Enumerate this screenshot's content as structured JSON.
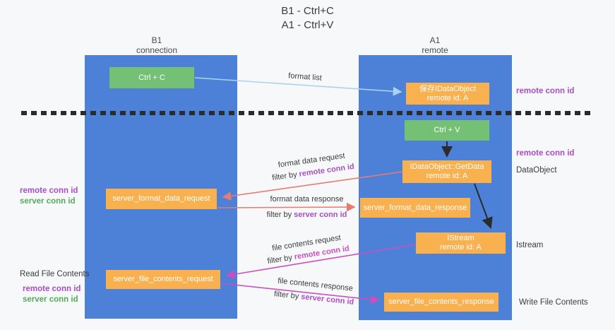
{
  "title": {
    "line1": "B1 - Ctrl+C",
    "line2": "A1 - Ctrl+V"
  },
  "lanes": {
    "left": {
      "name": "B1",
      "subtitle": "connection"
    },
    "right": {
      "name": "A1",
      "subtitle": "remote"
    }
  },
  "nodes": {
    "ctrl_c": {
      "label": "Ctrl + C"
    },
    "ctrl_v": {
      "label": "Ctrl + V"
    },
    "save_dataobject": {
      "line1": "保存IDataObject",
      "line2": "remote id: A"
    },
    "getdata": {
      "line1": "IDataObject::GetData",
      "line2": "remote id: A"
    },
    "istream": {
      "line1": "IStream",
      "line2": "remote id: A"
    },
    "format_request": {
      "label": "server_format_data_request"
    },
    "format_response": {
      "label": "server_format_data_response"
    },
    "file_request": {
      "label": "server_file_contents_request"
    },
    "file_response": {
      "label": "server_file_contents_response"
    }
  },
  "edges": {
    "format_list": {
      "label": "format list"
    },
    "format_data_request": {
      "label": "format data request",
      "filter_prefix": "filter by ",
      "filter_key": "remote conn id"
    },
    "format_data_response": {
      "label": "format data response",
      "filter_prefix": "filter by ",
      "filter_key": "server conn id"
    },
    "file_contents_request": {
      "label": "file contents request",
      "filter_prefix": "filter by ",
      "filter_key": "remote conn id"
    },
    "file_contents_response": {
      "label": "file contents response",
      "filter_prefix": "filter by ",
      "filter_key": "server conn id"
    }
  },
  "side_labels": {
    "left_format": {
      "remote": "remote conn id",
      "server": "server conn id"
    },
    "left_file": {
      "title": "Read File Contents",
      "remote": "remote conn id",
      "server": "server conn id"
    },
    "right": {
      "remote_conn_id_top": "remote conn id",
      "remote_conn_id_mid": "remote conn id",
      "dataobject": "DataObject",
      "istream": "Istream",
      "write_file_contents": "Write File Contents"
    }
  },
  "colors": {
    "bg": "#f7f8f9",
    "lane_blue": "#4d81d8",
    "box_orange": "#f9b04e",
    "box_green": "#74c175",
    "arrow_lightblue": "#a9d3f2",
    "arrow_red": "#e87a72",
    "arrow_magenta": "#cb4fc0",
    "arrow_black": "#2b2b2b",
    "label_purple": "#a94ec4",
    "label_green": "#56ab5a",
    "label_magenta": "#cb4fc0",
    "text_dark": "#3c3c3c"
  }
}
